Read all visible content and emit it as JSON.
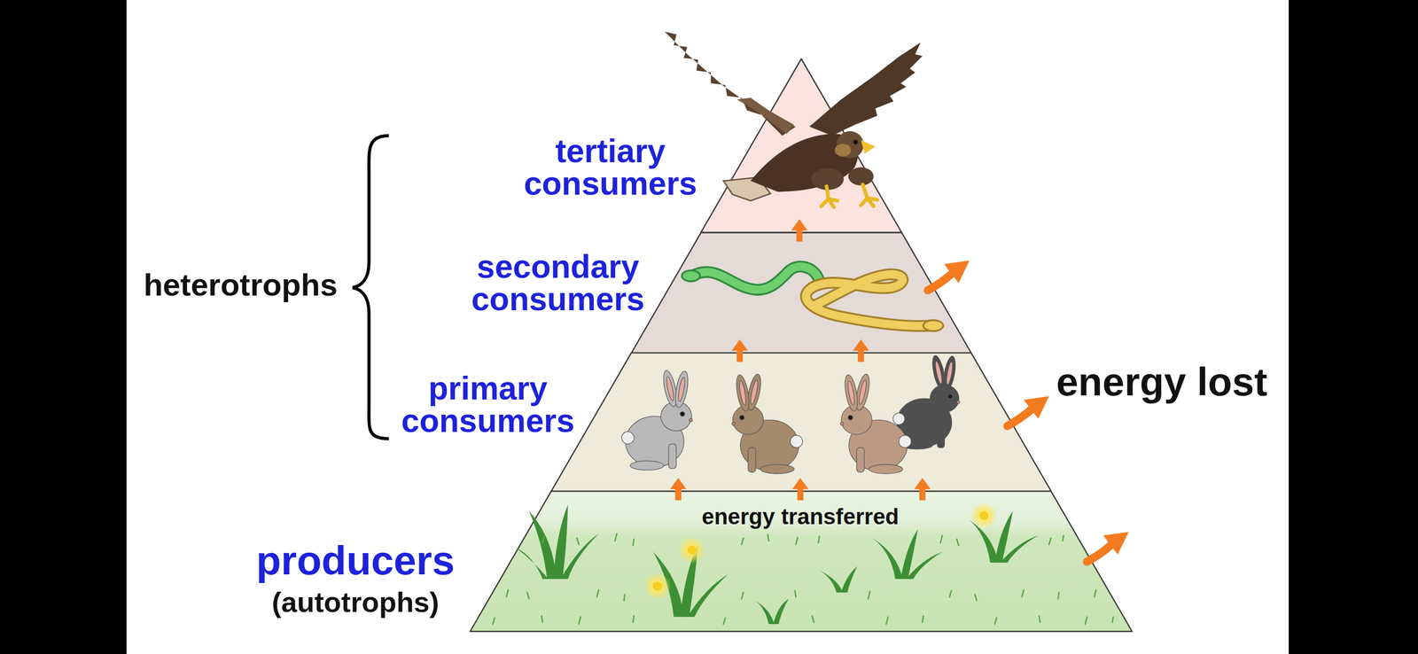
{
  "diagram": {
    "nodes": [
      {
        "text": [
          "tertiary consumers"
        ]
      },
      {
        "text": [
          "secondary consumers"
        ]
      },
      {
        "text": [
          "primary consumers"
        ]
      },
      {
        "text": [
          "producers",
          "(autotrophs)"
        ]
      }
    ],
    "edges": [
      {
        "from": 3,
        "to": 2,
        "arrow": "to"
      },
      {
        "from": 3,
        "to": 2,
        "arrow": "to"
      },
      {
        "from": 3,
        "to": 2,
        "arrow": "to"
      },
      {
        "from": 2,
        "to": 1,
        "arrow": "to"
      },
      {
        "from": 2,
        "to": 1,
        "arrow": "to"
      },
      {
        "from": 1,
        "to": 0,
        "arrow": "to"
      }
    ],
    "labels": [
      "heterotrophs",
      "energy lost",
      "energy transferred"
    ]
  }
}
